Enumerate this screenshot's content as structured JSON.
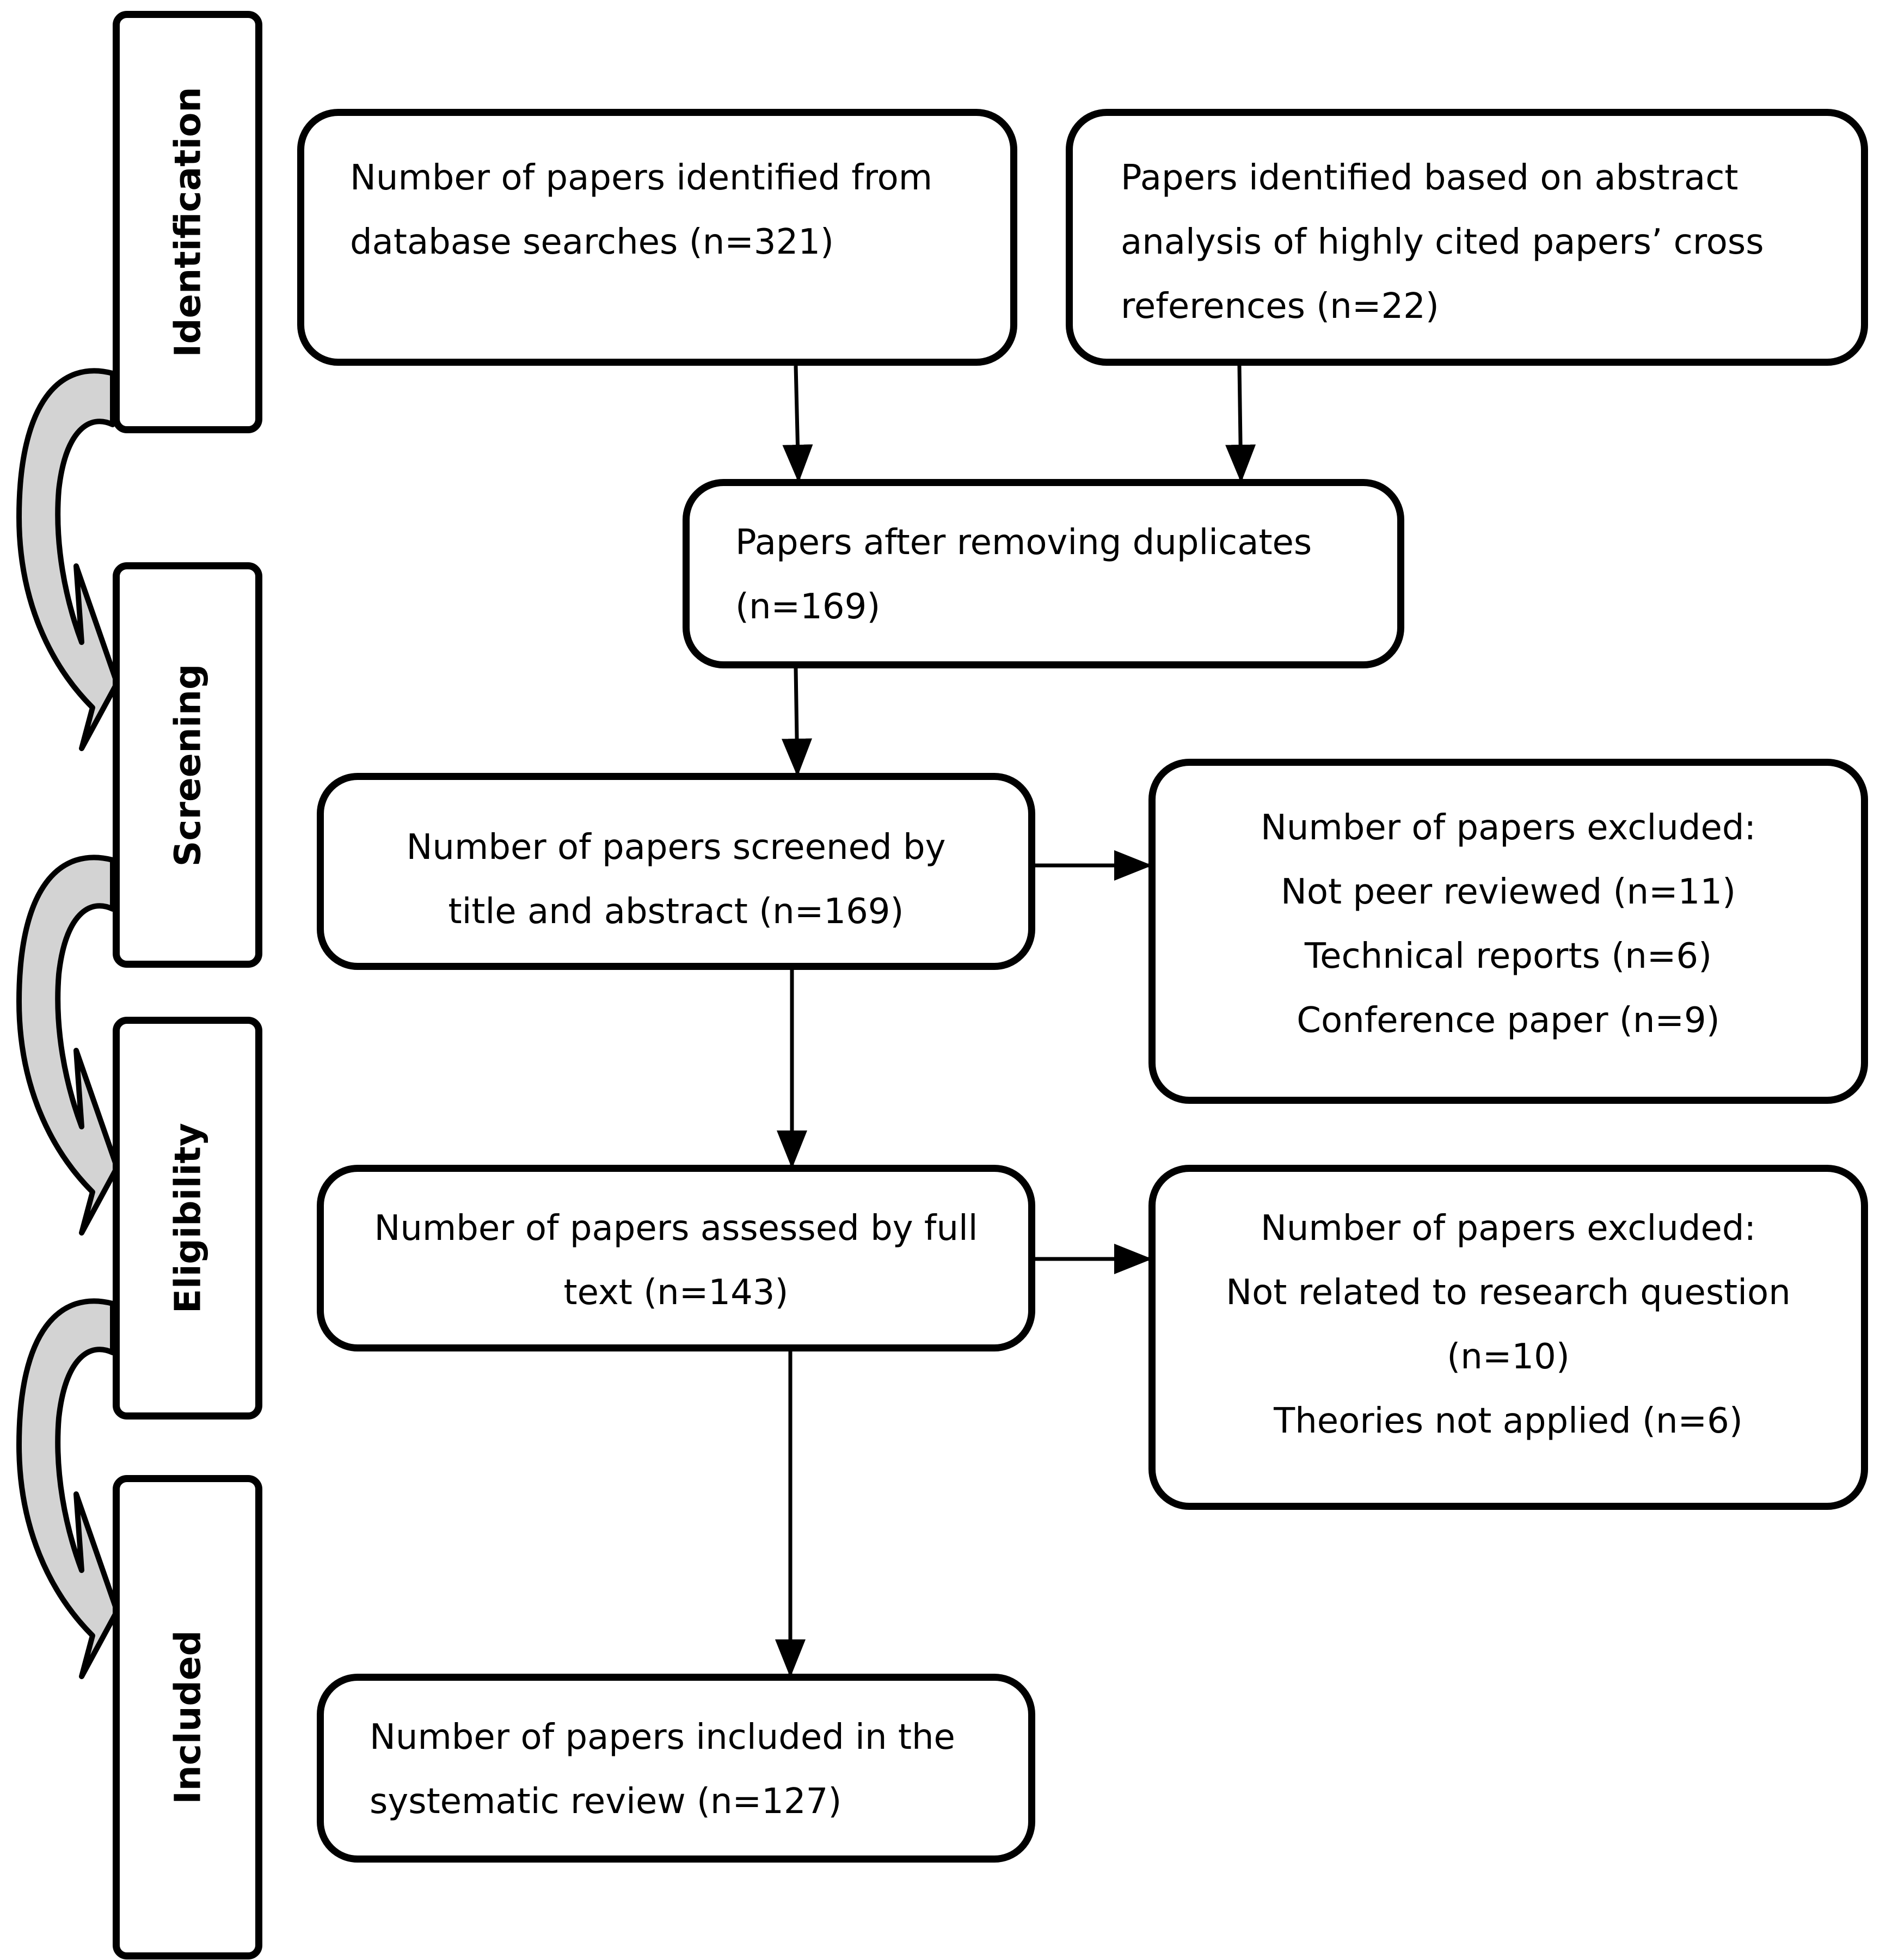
{
  "stages": [
    "Identification",
    "Screening",
    "Eligibility",
    "Included"
  ],
  "boxes": {
    "database_search": [
      "Number of papers identified from",
      "database searches (n=321)"
    ],
    "cross_references": [
      "Papers identified based on abstract",
      "analysis of highly cited papers’ cross",
      "references (n=22)"
    ],
    "after_duplicates": [
      "Papers after removing duplicates",
      "(n=169)"
    ],
    "screened": [
      "Number of papers screened by",
      "title and abstract (n=169)"
    ],
    "excluded_screening": [
      "Number of papers excluded:",
      "Not peer reviewed (n=11)",
      "Technical reports (n=6)",
      "Conference paper (n=9)"
    ],
    "full_text": [
      "Number of papers assessed by full",
      "text (n=143)"
    ],
    "excluded_eligibility": [
      "Number of papers excluded:",
      "Not related to research question",
      "(n=10)",
      "Theories not applied (n=6)"
    ],
    "included": [
      "Number of papers included in the",
      "systematic review (n=127)"
    ]
  },
  "colors": {
    "line": "#000000",
    "background": "#ffffff",
    "stage_arrow_fill": "#d3d3d3"
  }
}
